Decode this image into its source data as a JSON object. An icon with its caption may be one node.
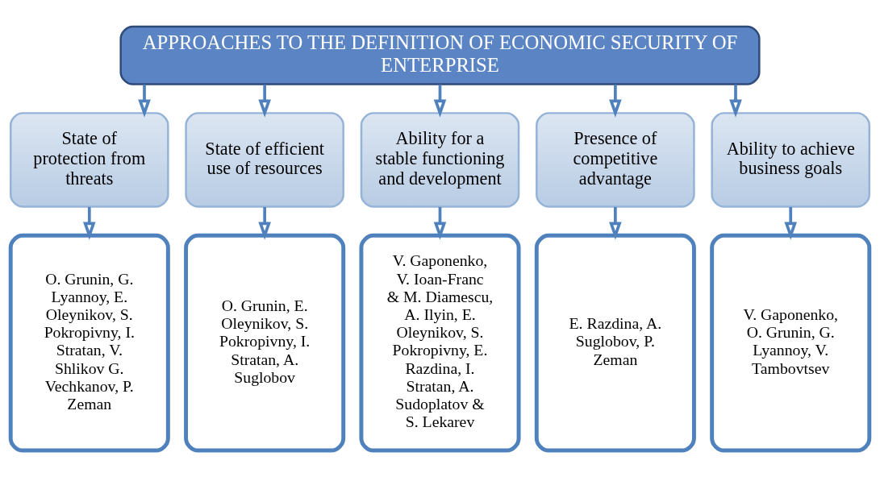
{
  "diagram": {
    "nodes": [
      {
        "text": [
          "APPROACHES TO THE DEFINITION OF ECONOMIC SECURITY OF ENTERPRISE"
        ]
      },
      {
        "text": [
          "State of protection from threats"
        ]
      },
      {
        "text": [
          "State of efficient use of resources"
        ]
      },
      {
        "text": [
          "Ability for a stable functioning and development"
        ]
      },
      {
        "text": [
          "Presence of competitive advantage"
        ]
      },
      {
        "text": [
          "Ability to achieve business goals"
        ]
      },
      {
        "text": [
          "O. Grunin, G. Lyannoy, E. Oleynikov, S. Pokropivny, I. Stratan, V. Shlikov G. Vechkanov, P. Zeman"
        ]
      },
      {
        "text": [
          "O. Grunin, E. Oleynikov, S. Pokropivny, I. Stratan, A. Suglobov"
        ]
      },
      {
        "text": [
          "V. Gaponenko, V. Ioan-Franc & M. Diamescu, A. Ilyin, E. Oleynikov, S. Pokropivny, E. Razdina, I. Stratan, A. Sudoplatov & S. Lekarev"
        ]
      },
      {
        "text": [
          "E. Razdina, A. Suglobov, P. Zeman"
        ]
      },
      {
        "text": [
          "V. Gaponenko, O. Grunin, G. Lyannoy, V. Tambovtsev"
        ]
      }
    ],
    "edges": [
      {
        "from": 0,
        "to": 1,
        "arrow": "to"
      },
      {
        "from": 0,
        "to": 2,
        "arrow": "to"
      },
      {
        "from": 0,
        "to": 3,
        "arrow": "to"
      },
      {
        "from": 0,
        "to": 4,
        "arrow": "to"
      },
      {
        "from": 0,
        "to": 5,
        "arrow": "to"
      },
      {
        "from": 1,
        "to": 6,
        "arrow": "to"
      },
      {
        "from": 2,
        "to": 7,
        "arrow": "to"
      },
      {
        "from": 3,
        "to": 8,
        "arrow": "to"
      },
      {
        "from": 4,
        "to": 9,
        "arrow": "to"
      },
      {
        "from": 5,
        "to": 10,
        "arrow": "to"
      }
    ]
  }
}
